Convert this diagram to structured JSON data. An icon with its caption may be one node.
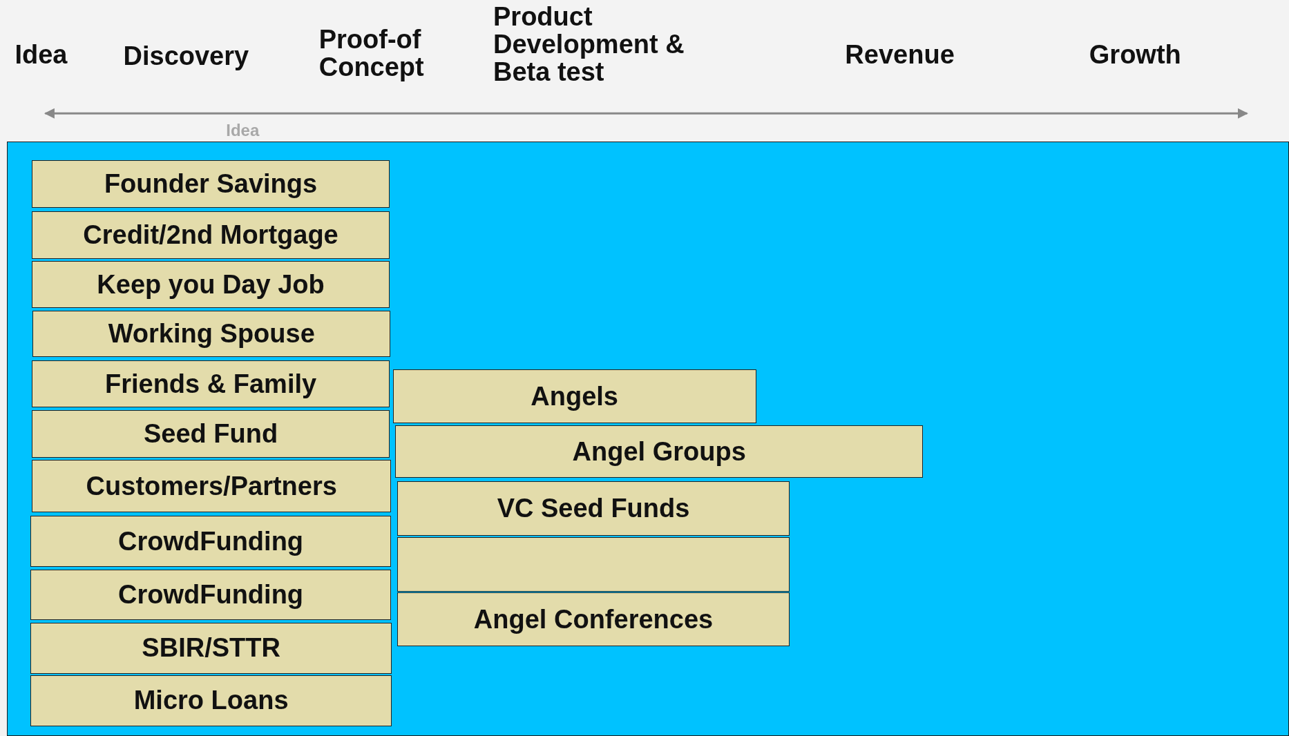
{
  "diagram": {
    "nodes": [
      {
        "text": [],
        "shape": "box"
      },
      {
        "text": [
          "Founder Savings"
        ],
        "in": 0
      },
      {
        "text": [
          "Credit/2nd Mortgage"
        ],
        "in": 0
      },
      {
        "text": [
          "Keep you Day Job"
        ],
        "in": 0
      },
      {
        "text": [
          "Working Spouse"
        ],
        "in": 0
      },
      {
        "text": [
          "Friends & Family"
        ],
        "in": 0
      },
      {
        "text": [
          "Seed Fund"
        ],
        "in": 0
      },
      {
        "text": [
          "Customers/Partners"
        ],
        "in": 0
      },
      {
        "text": [
          "CrowdFunding"
        ],
        "in": 0
      },
      {
        "text": [
          "CrowdFunding"
        ],
        "in": 0
      },
      {
        "text": [
          "SBIR/STTR"
        ],
        "in": 0
      },
      {
        "text": [
          "Micro Loans"
        ],
        "in": 0
      },
      {
        "text": [
          "Angels"
        ],
        "in": 0
      },
      {
        "text": [
          "Angel Groups"
        ],
        "in": 0
      },
      {
        "text": [
          "VC Seed Funds"
        ],
        "in": 0
      },
      {
        "text": [],
        "shape": "bar",
        "in": 0
      },
      {
        "text": [
          "Angel Conferences"
        ],
        "in": 0
      }
    ],
    "labels": [
      "Idea",
      "Discovery",
      "Proof-of Concept",
      "Product Development & Beta test",
      "Revenue",
      "Growth",
      "Idea"
    ]
  }
}
